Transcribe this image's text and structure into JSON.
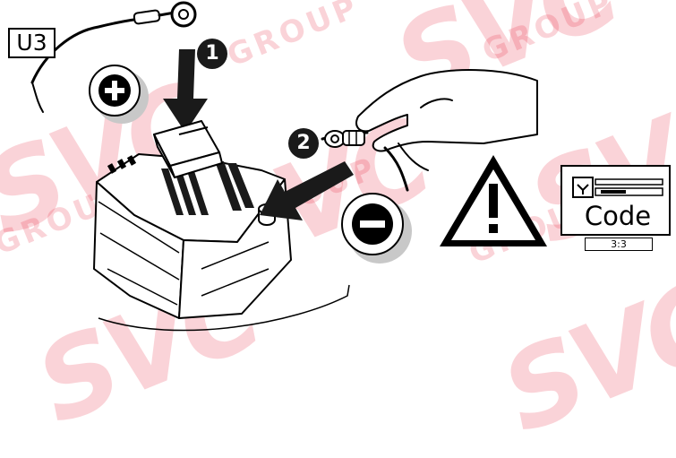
{
  "diagram": {
    "label": "U3",
    "steps": [
      "1",
      "2"
    ],
    "code_label": "Code",
    "page": "3:3"
  },
  "watermark": {
    "logo": "SVC",
    "group": "GROUP"
  },
  "colors": {
    "watermark": "#e8132b",
    "ink": "#000000",
    "shadow": "#c8c8c8"
  },
  "icons": [
    "plus-icon",
    "minus-icon",
    "warning-icon",
    "code-display-icon",
    "down-arrow-icon",
    "diagonal-arrow-icon"
  ]
}
